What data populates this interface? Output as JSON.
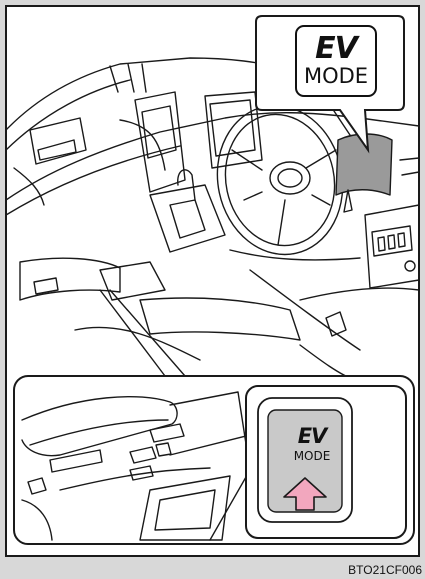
{
  "main_badge": {
    "top": "EV",
    "bottom": "MODE"
  },
  "inset_button": {
    "top": "EV",
    "bottom": "MODE"
  },
  "figure_code": "BTO21CF006",
  "colors": {
    "background": "#d8d8d8",
    "panel": "#ffffff",
    "line": "#1a1a1a",
    "button_face": "#c9c9c9",
    "arrow": "#f2a7be"
  },
  "icons": [
    "ev-mode-button-icon",
    "up-arrow-icon"
  ]
}
